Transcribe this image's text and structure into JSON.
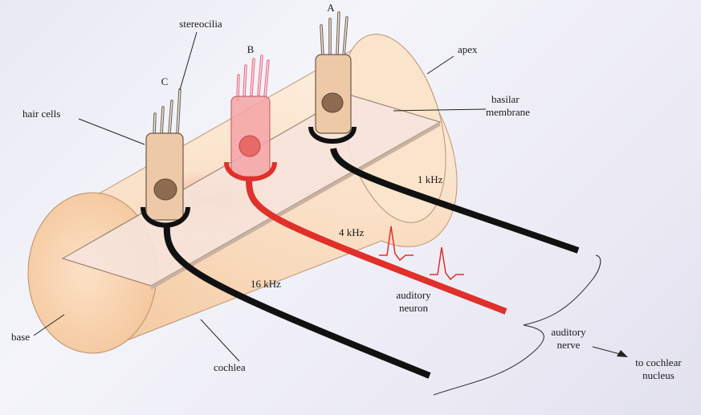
{
  "labels": {
    "hair_cell_a": "A",
    "hair_cell_b": "B",
    "hair_cell_c": "C",
    "stereocilia": "stereocilia",
    "hair_cells": "hair cells",
    "apex": "apex",
    "basilar_membrane": [
      "basilar",
      "membrane"
    ],
    "freq_1khz": "1 kHz",
    "freq_4khz": "4 kHz",
    "freq_16khz": "16 kHz",
    "auditory_neuron": [
      "auditory",
      "neuron"
    ],
    "auditory_nerve": [
      "auditory",
      "nerve"
    ],
    "to_cochlear_nucleus": [
      "to cochlear",
      "nucleus"
    ],
    "base": "base",
    "cochlea": "cochlea"
  },
  "colors": {
    "cochlea_fill": "#f6d2ad",
    "cochlea_highlight": "#fdebd9",
    "hair_cell_fill": "#edc9a7",
    "nucleus": "#8d6b50",
    "active_cell": "#f4a3a6",
    "active_nerve": "#e0302a",
    "nerve": "#111111"
  }
}
